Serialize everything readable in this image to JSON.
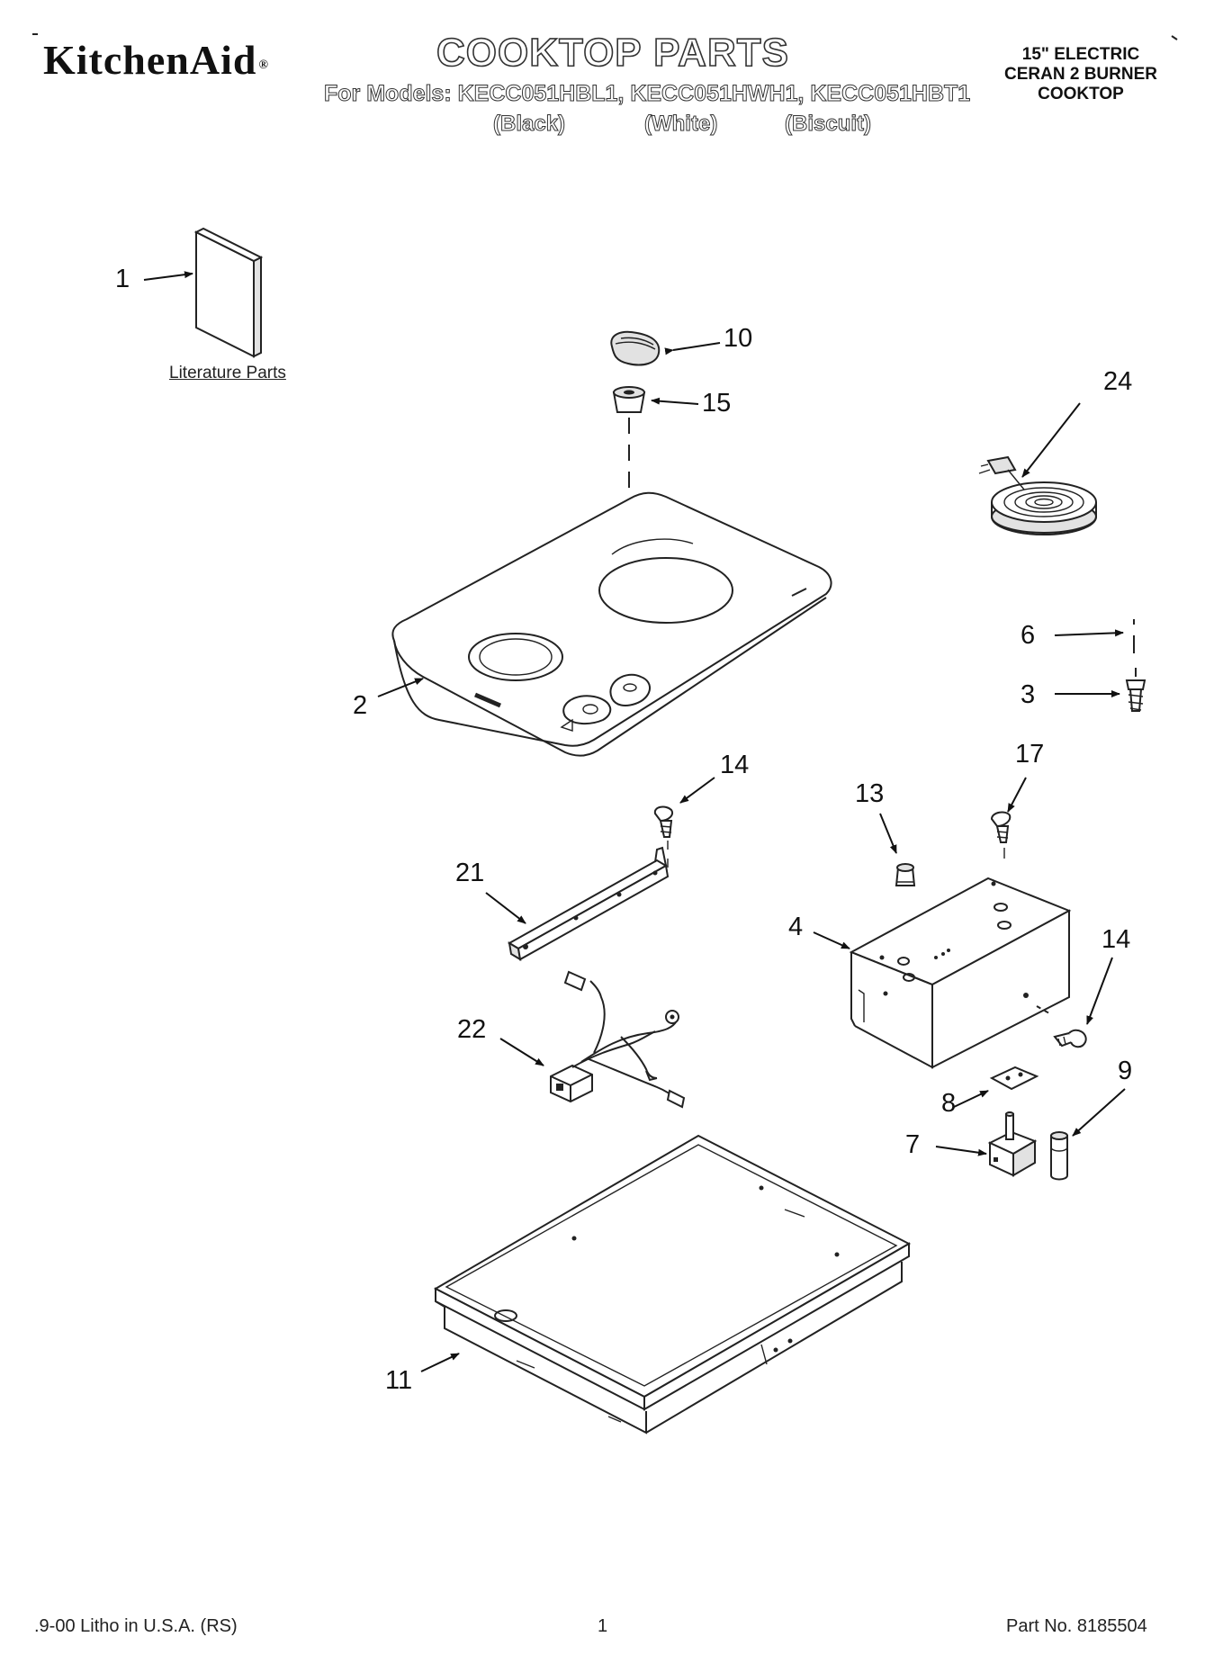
{
  "header": {
    "brand": "KitchenAid",
    "brand_mark": "®",
    "title": "COOKTOP PARTS",
    "models_line": "For Models: KECC051HBL1, KECC051HWH1, KECC051HBT1",
    "finishes": [
      "(Black)",
      "(White)",
      "(Biscuit)"
    ],
    "description_lines": [
      "15\" ELECTRIC",
      "CERAN 2 BURNER",
      "COOKTOP"
    ]
  },
  "literature_label": "Literature Parts",
  "callouts": {
    "p1": "1",
    "p2": "2",
    "p3": "3",
    "p4": "4",
    "p6": "6",
    "p7": "7",
    "p8": "8",
    "p9": "9",
    "p10": "10",
    "p11": "11",
    "p13": "13",
    "p14a": "14",
    "p14b": "14",
    "p15": "15",
    "p17": "17",
    "p21": "21",
    "p22": "22",
    "p24": "24"
  },
  "footer": {
    "left": ".9-00 Litho in U.S.A. (RS)",
    "page": "1",
    "part_no": "Part No. 8185504"
  }
}
